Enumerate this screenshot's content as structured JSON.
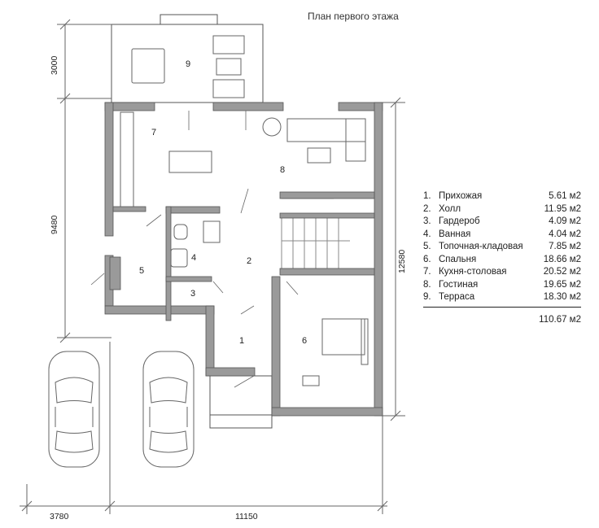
{
  "title": "План первого этажа",
  "dimensions": {
    "left_top": "3000",
    "left_main": "9480",
    "right": "12580",
    "bottom_left": "3780",
    "bottom_main": "11150"
  },
  "room_labels": {
    "r1": "1",
    "r2": "2",
    "r3": "3",
    "r4": "4",
    "r5": "5",
    "r6": "6",
    "r7": "7",
    "r8": "8",
    "r9": "9"
  },
  "legend": [
    {
      "num": "1.",
      "name": "Прихожая",
      "area": "5.61 м2"
    },
    {
      "num": "2.",
      "name": "Холл",
      "area": "11.95 м2"
    },
    {
      "num": "3.",
      "name": "Гардероб",
      "area": "4.09 м2"
    },
    {
      "num": "4.",
      "name": "Ванная",
      "area": "4.04 м2"
    },
    {
      "num": "5.",
      "name": "Топочная-кладовая",
      "area": "7.85 м2"
    },
    {
      "num": "6.",
      "name": "Спальня",
      "area": "18.66 м2"
    },
    {
      "num": "7.",
      "name": "Кухня-столовая",
      "area": "20.52 м2"
    },
    {
      "num": "8.",
      "name": "Гостиная",
      "area": "19.65 м2"
    },
    {
      "num": "9.",
      "name": "Терраса",
      "area": "18.30 м2"
    }
  ],
  "total": "110.67 м2",
  "colors": {
    "wall": "#9a9a9a",
    "line": "#555555",
    "bg": "#ffffff"
  }
}
